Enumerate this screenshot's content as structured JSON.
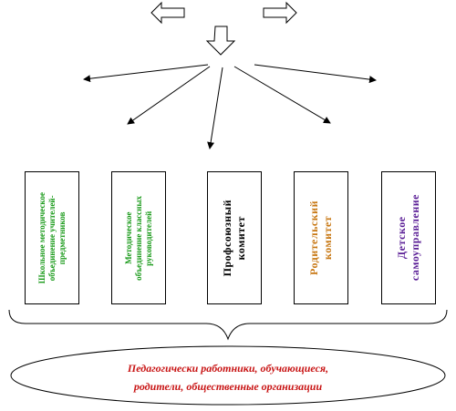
{
  "colors": {
    "arrow": "#000000",
    "green": "#1a9a1a",
    "black": "#000000",
    "orange": "#c87814",
    "purple": "#5a1e96",
    "red": "#c81414"
  },
  "boxes": [
    {
      "label": "Школьное методическое\nобъединение учителей-\nпредметников",
      "color": "#1a9a1a",
      "size": "small"
    },
    {
      "label": "Методическое\nобъединение классных\nруководителей",
      "color": "#1a9a1a",
      "size": "small"
    },
    {
      "label": "Профсоюзный\nкомитет",
      "color": "#000000",
      "size": "large"
    },
    {
      "label": "Родительский\nкомитет",
      "color": "#c87814",
      "size": "large"
    },
    {
      "label": "Детское\nсамоуправление",
      "color": "#5a1e96",
      "size": "large"
    }
  ],
  "bottom_text": "Педагогически работники, обучающиеся,\nродители, общественные организации"
}
